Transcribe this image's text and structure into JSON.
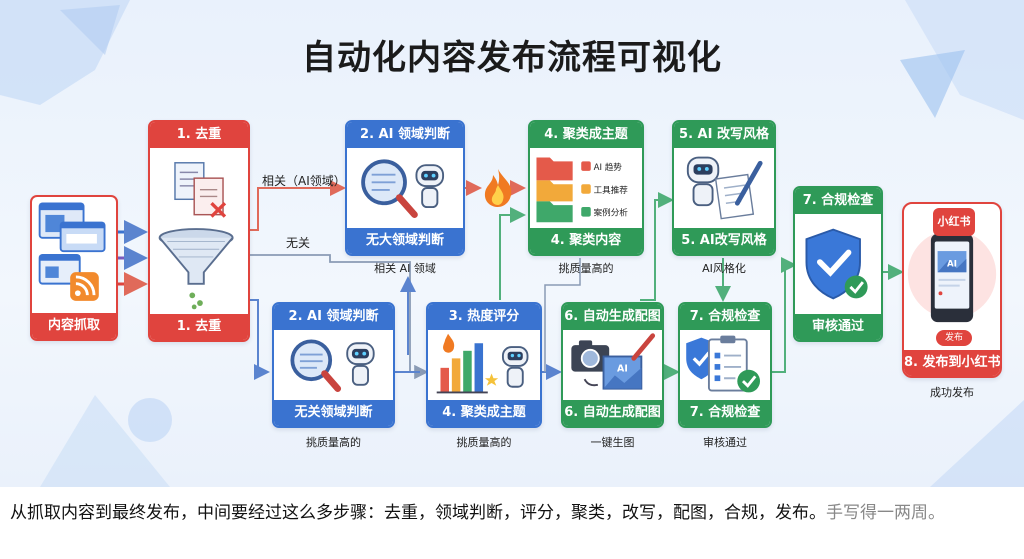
{
  "title": "自动化内容发布流程可视化",
  "steps": {
    "crawl": {
      "footer": "内容抓取"
    },
    "dedup": {
      "header": "1. 去重",
      "footer": "1. 去重"
    },
    "domain_relevant": {
      "header": "2. AI 领域判断",
      "footer": "无大领域判断",
      "caption": "相关 AI 领域"
    },
    "domain_irrelevant": {
      "header": "2. AI 领域判断",
      "footer": "无关领域判断",
      "caption": "挑质量高的"
    },
    "heat_score": {
      "header": "3. 热度评分",
      "footer": "4. 聚类成主题",
      "caption": "挑质量高的"
    },
    "cluster": {
      "header": "4. 聚类成主题",
      "footer": "4. 聚类内容",
      "caption": "挑质量高的",
      "tags": [
        "AI 趋势",
        "工具推荐",
        "案例分析"
      ]
    },
    "rewrite": {
      "header": "5. AI 改写风格",
      "footer": "5. AI改写风格",
      "caption": "AI风格化"
    },
    "image_gen": {
      "header": "6. 自动生成配图",
      "footer": "6. 自动生成配图",
      "caption": "一键生图"
    },
    "compliance_lower": {
      "header": "7. 合规检查",
      "footer": "7. 合规检查",
      "caption": "审核通过"
    },
    "compliance_final": {
      "header": "7. 合规检查",
      "footer": "审核通过"
    },
    "publish": {
      "brand": "小红书",
      "publish_button": "发布",
      "footer": "8. 发布到小红书",
      "caption": "成功发布"
    }
  },
  "edge_labels": {
    "relevant": "相关（AI领域）",
    "irrelevant": "无关"
  },
  "icon_text": {
    "ai_badge": "AI"
  },
  "caption": {
    "main": "从抓取内容到最终发布，中间要经过这么多步骤：去重，领域判断，评分，聚类，改写，配图，合规，发布。",
    "tail": "手写得一两周。"
  },
  "colors": {
    "red": "#e0443e",
    "blue": "#3a73d0",
    "green": "#2f9a58",
    "line_red": "#e06a5a",
    "line_blue": "#5b84cf",
    "line_green": "#52b07c"
  }
}
